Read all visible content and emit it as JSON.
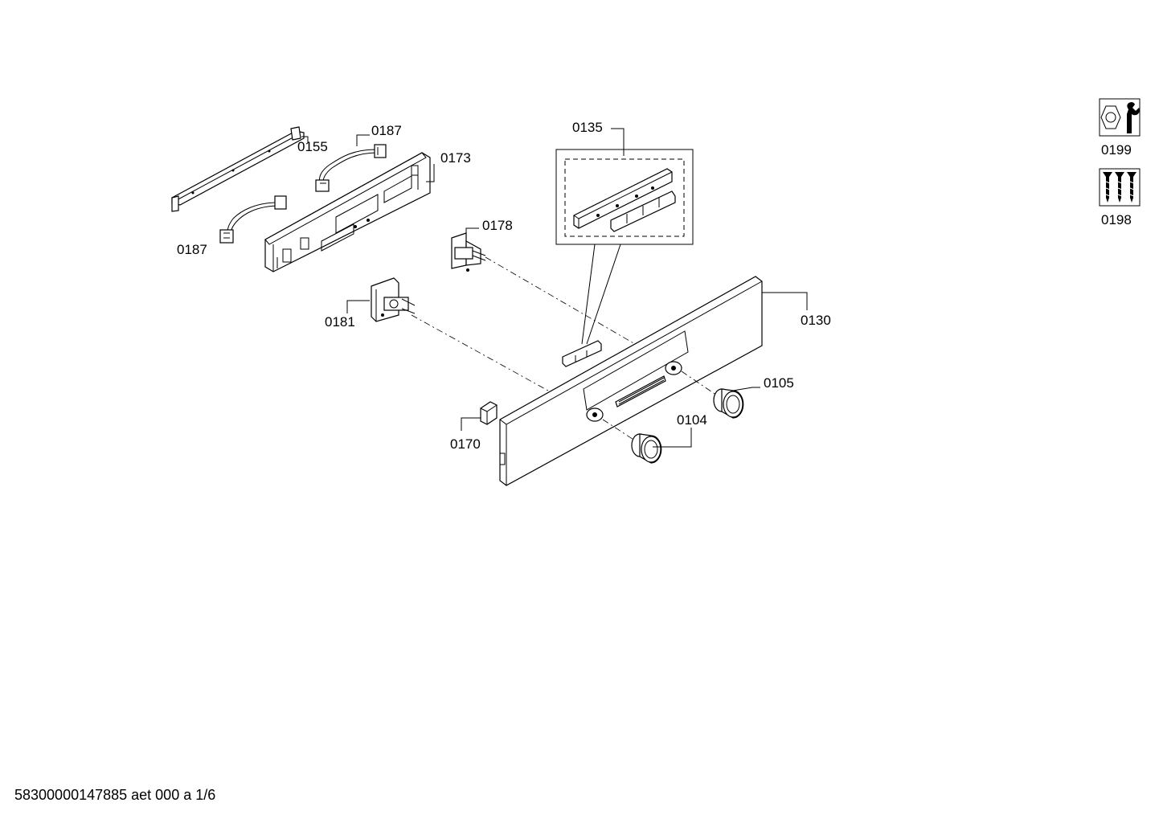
{
  "parts": {
    "p0155": "0155",
    "p0187a": "0187",
    "p0187b": "0187",
    "p0173": "0173",
    "p0178": "0178",
    "p0181": "0181",
    "p0135": "0135",
    "p0130": "0130",
    "p0105": "0105",
    "p0104": "0104",
    "p0170": "0170",
    "p0199": "0199",
    "p0198": "0198"
  },
  "footer": "58300000147885 aet 000 a 1/6"
}
